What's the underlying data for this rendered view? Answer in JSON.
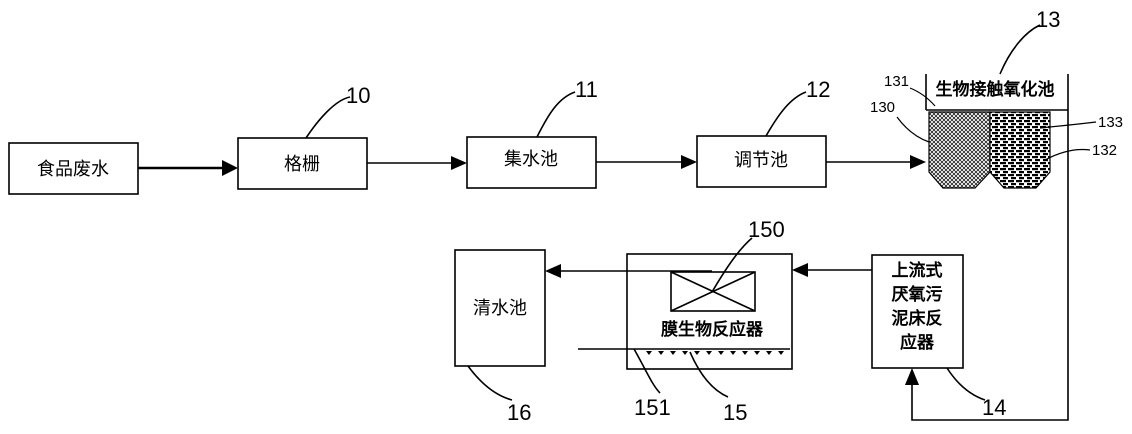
{
  "boxes": {
    "food_wastewater": "食品废水",
    "grille": "格栅",
    "collection_tank": "集水池",
    "regulating_tank": "调节池",
    "bio_contact_oxidation": "生物接触氧化池",
    "uasb_lines": [
      "上流式",
      "厌氧污",
      "泥床反",
      "应器"
    ],
    "membrane_bioreactor": "膜生物反应器",
    "clear_water_tank": "清水池"
  },
  "numbers": {
    "n10": "10",
    "n11": "11",
    "n12": "12",
    "n13": "13",
    "n130": "130",
    "n131": "131",
    "n132": "132",
    "n133": "133",
    "n14": "14",
    "n15": "15",
    "n150": "150",
    "n151": "151",
    "n16": "16"
  }
}
